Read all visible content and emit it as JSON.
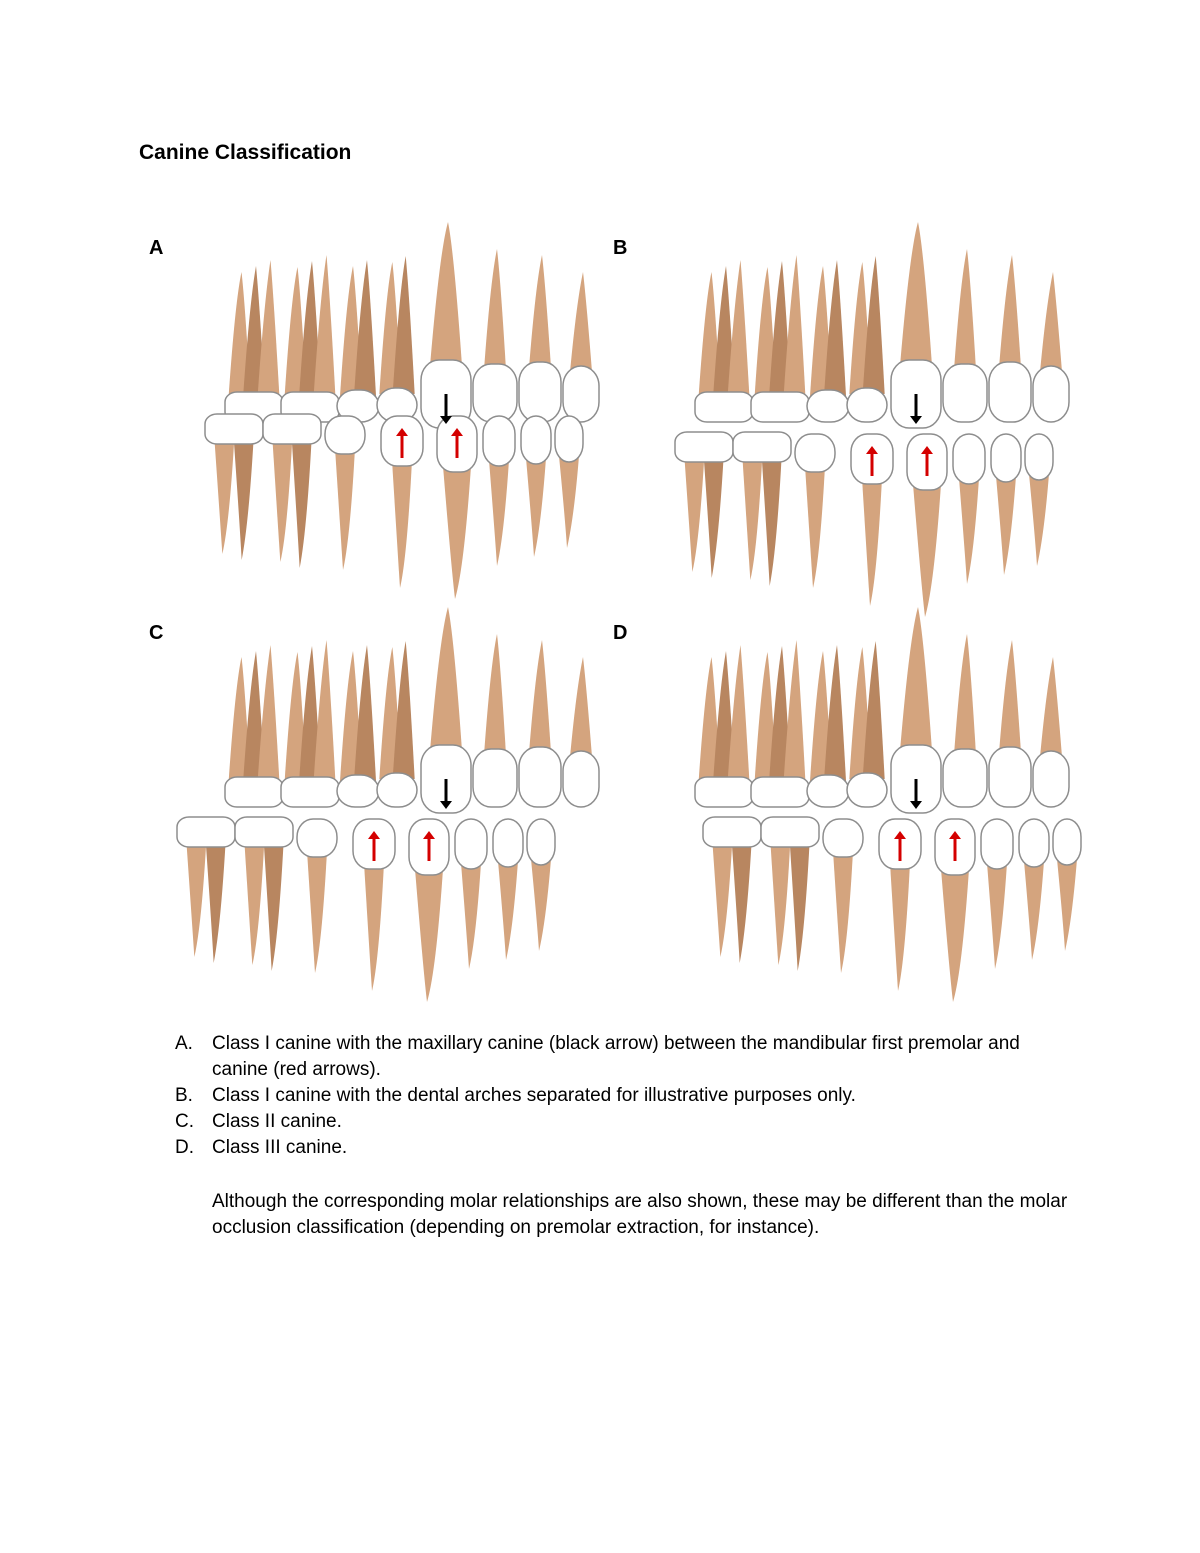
{
  "document": {
    "title": "Canine Classification"
  },
  "panels": [
    {
      "label": "A"
    },
    {
      "label": "B"
    },
    {
      "label": "C"
    },
    {
      "label": "D"
    }
  ],
  "captions": [
    {
      "marker": "A.",
      "text": "Class I canine with the maxillary canine (black arrow) between the mandibular first premolar and canine (red arrows)."
    },
    {
      "marker": "B.",
      "text": "Class I canine with the dental arches separated for illustrative purposes only."
    },
    {
      "marker": "C.",
      "text": "Class II canine."
    },
    {
      "marker": "D.",
      "text": "Class III canine."
    }
  ],
  "note": "Although the corresponding molar relationships are also shown, these may be different than the molar occlusion classification (depending on premolar extraction, for instance).",
  "colors": {
    "root": "#d4a47e",
    "root_shade": "#b88660",
    "crown": "#ffffff",
    "crown_outline": "#8d8d8d",
    "black_arrow": "#000000",
    "red_arrow": "#d40000"
  }
}
